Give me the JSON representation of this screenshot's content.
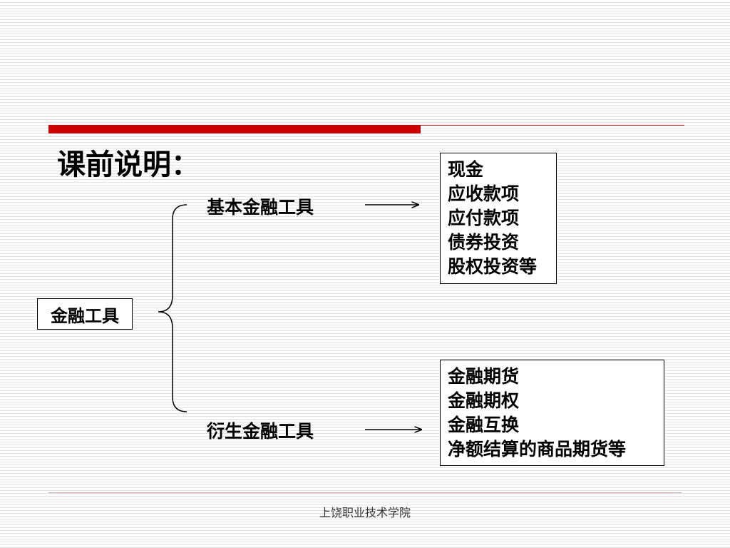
{
  "slide": {
    "title": "课前说明：",
    "root": "金融工具",
    "branches": [
      {
        "label": "基本金融工具",
        "items": [
          "现金",
          "应收款项",
          "应付款项",
          "债券投资",
          "股权投资等"
        ]
      },
      {
        "label": "衍生金融工具",
        "items": [
          "金融期货",
          "金融期权",
          "金融互换",
          "净额结算的商品期货等"
        ]
      }
    ],
    "footer": "上饶职业技术学院"
  },
  "colors": {
    "accent": "#cc0000",
    "text": "#000000"
  }
}
